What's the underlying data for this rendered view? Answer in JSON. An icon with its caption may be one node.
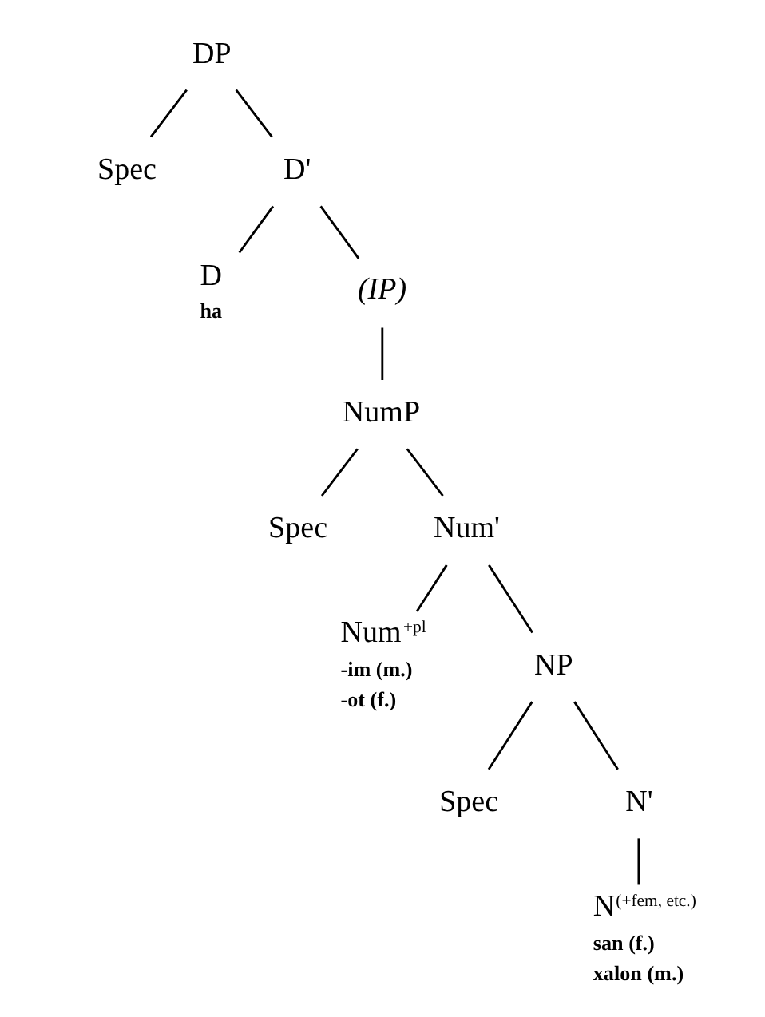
{
  "diagram": {
    "nodes": [
      {
        "text": [
          "DP"
        ]
      },
      {
        "text": [
          "Spec"
        ]
      },
      {
        "text": [
          "D'"
        ]
      },
      {
        "text": [
          "D"
        ],
        "beside": [
          "ha"
        ]
      },
      {
        "text": [
          "(IP)"
        ]
      },
      {
        "text": [
          "NumP"
        ]
      },
      {
        "text": [
          "Spec"
        ]
      },
      {
        "text": [
          "Num'"
        ]
      },
      {
        "text": [
          "Num$^{+pl}$"
        ],
        "beside": [
          "-im (m.)",
          "-ot (f.)"
        ]
      },
      {
        "text": [
          "NP"
        ]
      },
      {
        "text": [
          "Spec"
        ]
      },
      {
        "text": [
          "N'"
        ]
      },
      {
        "text": [
          "N$^{(+fem, etc.)}$"
        ],
        "beside": [
          "san (f.)",
          "xalon (m.)"
        ]
      }
    ],
    "edges": [
      {
        "from": 0,
        "to": 1,
        "arrow": "none"
      },
      {
        "from": 0,
        "to": 2,
        "arrow": "none"
      },
      {
        "from": 2,
        "to": 3,
        "arrow": "none"
      },
      {
        "from": 2,
        "to": 4,
        "arrow": "none"
      },
      {
        "from": 4,
        "to": 5,
        "arrow": "none"
      },
      {
        "from": 5,
        "to": 6,
        "arrow": "none"
      },
      {
        "from": 5,
        "to": 7,
        "arrow": "none"
      },
      {
        "from": 7,
        "to": 8,
        "arrow": "none"
      },
      {
        "from": 7,
        "to": 9,
        "arrow": "none"
      },
      {
        "from": 9,
        "to": 10,
        "arrow": "none"
      },
      {
        "from": 9,
        "to": 11,
        "arrow": "none"
      },
      {
        "from": 11,
        "to": 12,
        "arrow": "none"
      }
    ]
  }
}
